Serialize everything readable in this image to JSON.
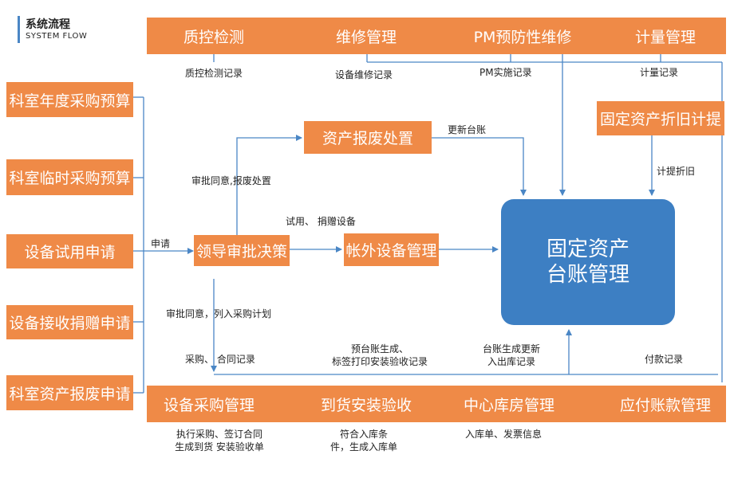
{
  "header": {
    "title": "系统流程",
    "subtitle": "SYSTEM FLOW"
  },
  "colors": {
    "box": "#ef8a47",
    "center": "#3d7fc3",
    "arrow": "#4a86c5",
    "line": "#4a86c5"
  },
  "top_bar": [
    "质控检测",
    "维修管理",
    "PM预防性维修",
    "计量管理"
  ],
  "top_labels": [
    "质控检测记录",
    "设备维修记录",
    "PM实施记录",
    "计量记录"
  ],
  "left_boxes": [
    "科室年度采购预算",
    "科室临时采购预算",
    "设备试用申请",
    "设备接收捐赠申请",
    "科室资产报废申请"
  ],
  "middle": {
    "leader": "领导审批决策",
    "scrap": "资产报废处置",
    "offbook": "帐外设备管理",
    "depreciation": "固定资产折旧计提"
  },
  "center": {
    "line1": "固定资产",
    "line2": "台账管理"
  },
  "bottom_bar": [
    "设备采购管理",
    "到货安装验收",
    "中心库房管理",
    "应付账款管理"
  ],
  "labels": {
    "apply": "申请",
    "approve_scrap": "审批同意,报废处置",
    "update_ledger": "更新台账",
    "trial_donate": "试用、 捐赠设备",
    "depreciation": "计提折旧",
    "approve_purchase": "审批同意，列入采购计划",
    "purchase_contract": "采购、 合同记录",
    "pre_ledger_1": "预台账生成、",
    "pre_ledger_2": "标签打印安装验收记录",
    "ledger_update_1": "台账生成更新",
    "ledger_update_2": "入出库记录",
    "payment": "付款记录",
    "execute_1": "执行采购、签订合同",
    "execute_2": "生成到货 安装验收单",
    "conform_1": "符合入库条",
    "conform_2": "件，生成入库单",
    "invoice": "入库单、发票信息"
  }
}
